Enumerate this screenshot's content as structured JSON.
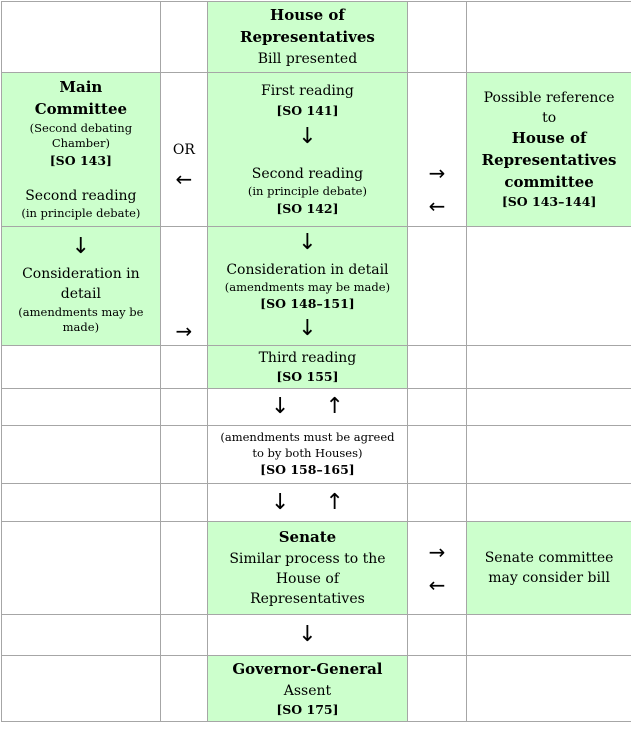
{
  "colors": {
    "cell_green": "#ccffcc",
    "border_gray": "#a6a6a6",
    "text": "#000000"
  },
  "arrows": {
    "down": "↓",
    "up": "↑",
    "left": "←",
    "right": "→"
  },
  "cells": {
    "house_header": {
      "title_lines": [
        "House of",
        "Representatives"
      ],
      "subtitle": "Bill presented"
    },
    "main_committee": {
      "title_lines": [
        "Main",
        "Committee"
      ],
      "note1_lines": [
        "(Second debating",
        "Chamber)"
      ],
      "so1": "[SO 143]",
      "line2": "Second reading",
      "note2": "(in principle debate)"
    },
    "or_label": "OR",
    "first_second_reading": {
      "first": "First reading",
      "so1": "[SO 141]",
      "second": "Second reading",
      "note": "(in principle debate)",
      "so2": "[SO 142]"
    },
    "possible_reference": {
      "pre_lines": [
        "Possible reference",
        "to"
      ],
      "title_lines": [
        "House of",
        "Representatives",
        "committee"
      ],
      "so": "[SO 143–144]"
    },
    "consideration_left": {
      "label_lines": [
        "Consideration in",
        "detail"
      ],
      "note_lines": [
        "(amendments may be",
        "made)"
      ]
    },
    "consideration_center": {
      "label": "Consideration in detail",
      "note": "(amendments may be made)",
      "so": "[SO 148–151]"
    },
    "third_reading": {
      "label": "Third reading",
      "so": "[SO 155]"
    },
    "amendments_houses": {
      "note_lines": [
        "(amendments must be agreed",
        "to by both Houses)"
      ],
      "so": "[SO 158–165]"
    },
    "senate": {
      "title": "Senate",
      "body_lines": [
        "Similar process to the",
        "House of",
        "Representatives"
      ]
    },
    "senate_committee": {
      "lines": [
        "Senate committee",
        "may consider bill"
      ]
    },
    "governor_general": {
      "title": "Governor-General",
      "line": "Assent",
      "so": "[SO 175]"
    }
  }
}
